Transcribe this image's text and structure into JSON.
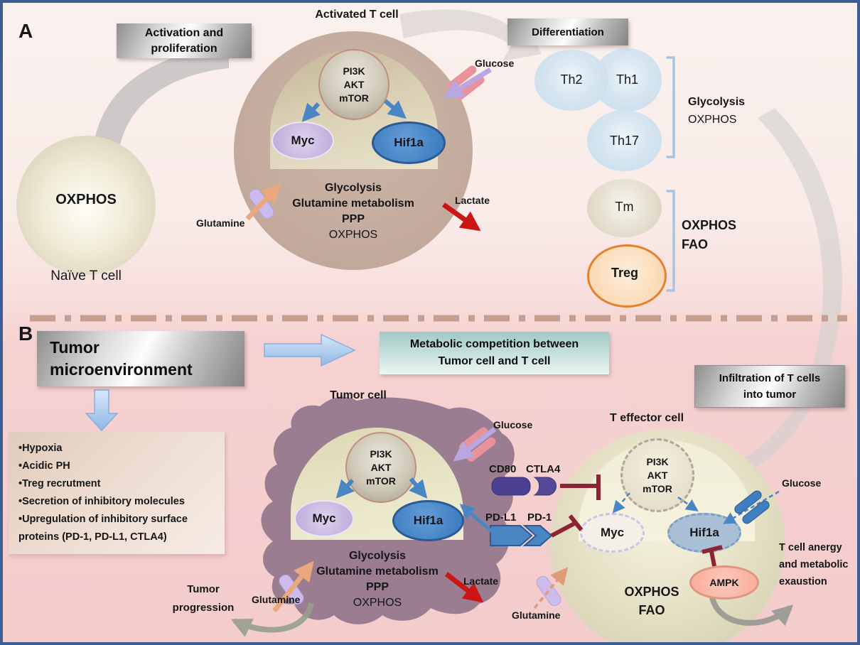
{
  "panel_a": {
    "label": "A",
    "activation_box": [
      "Activation and",
      "proliferation"
    ],
    "activated_cell_title": "Activated T cell",
    "naive_cell": {
      "metabolism": "OXPHOS",
      "label": "Naïve T cell"
    },
    "activated_cell": {
      "pathway": [
        "PI3K",
        "AKT",
        "mTOR"
      ],
      "myc": "Myc",
      "hif1a": "Hif1a",
      "metabolism": [
        "Glycolysis",
        "Glutamine metabolism",
        "PPP",
        "OXPHOS"
      ],
      "glucose": "Glucose",
      "glutamine": "Glutamine",
      "lactate": "Lactate"
    },
    "differentiation_box": "Differentiation",
    "effector_subsets": [
      "Th2",
      "Th1",
      "Th17"
    ],
    "effector_metabolism": [
      "Glycolysis",
      "OXPHOS"
    ],
    "memory_subsets": [
      "Tm",
      "Treg"
    ],
    "memory_metabolism": [
      "OXPHOS",
      "FAO"
    ]
  },
  "panel_b": {
    "label": "B",
    "tme_box": [
      "Tumor",
      "microenvironment"
    ],
    "competition_box": [
      "Metabolic competition between",
      "Tumor cell and T cell"
    ],
    "infiltration_box": [
      "Infiltration of T cells",
      "into tumor"
    ],
    "tme_features": [
      "•Hypoxia",
      "•Acidic PH",
      "•Treg recrutment",
      "•Secretion of inhibitory molecules",
      "•Upregulation of  inhibitory surface",
      "proteins (PD-1, PD-L1, CTLA4)"
    ],
    "tumor_cell": {
      "title": "Tumor cell",
      "pathway": [
        "PI3K",
        "AKT",
        "mTOR"
      ],
      "myc": "Myc",
      "hif1a": "Hif1a",
      "metabolism": [
        "Glycolysis",
        "Glutamine metabolism",
        "PPP",
        "OXPHOS"
      ],
      "glucose": "Glucose",
      "glutamine": "Glutamine",
      "lactate": "Lactate",
      "progression": [
        "Tumor",
        "progression"
      ]
    },
    "receptors": {
      "cd80": "CD80",
      "ctla4": "CTLA4",
      "pdl1": "PD-L1",
      "pd1": "PD-1"
    },
    "t_effector": {
      "title": "T effector cell",
      "pathway": [
        "PI3K",
        "AKT",
        "mTOR"
      ],
      "myc": "Myc",
      "hif1a": "Hif1a",
      "ampk": "AMPK",
      "metabolism": [
        "OXPHOS",
        "FAO"
      ],
      "glucose": "Glucose",
      "glutamine": "Glutamine",
      "outcome": [
        "T cell anergy",
        "and  metabolic",
        "exaustion"
      ]
    }
  },
  "colors": {
    "accent_blue": "#4a86c4",
    "inhibition_red": "#8e2433",
    "lactate_red": "#cc1515",
    "glutamine_orange": "#e9a87d",
    "membrane_purple": "#c9b9ec",
    "treg_orange": "#e2812f",
    "competition_teal": "#9fc8c4",
    "divider_tan": "#c79d8d",
    "tumor_purple": "#9a7d91"
  }
}
